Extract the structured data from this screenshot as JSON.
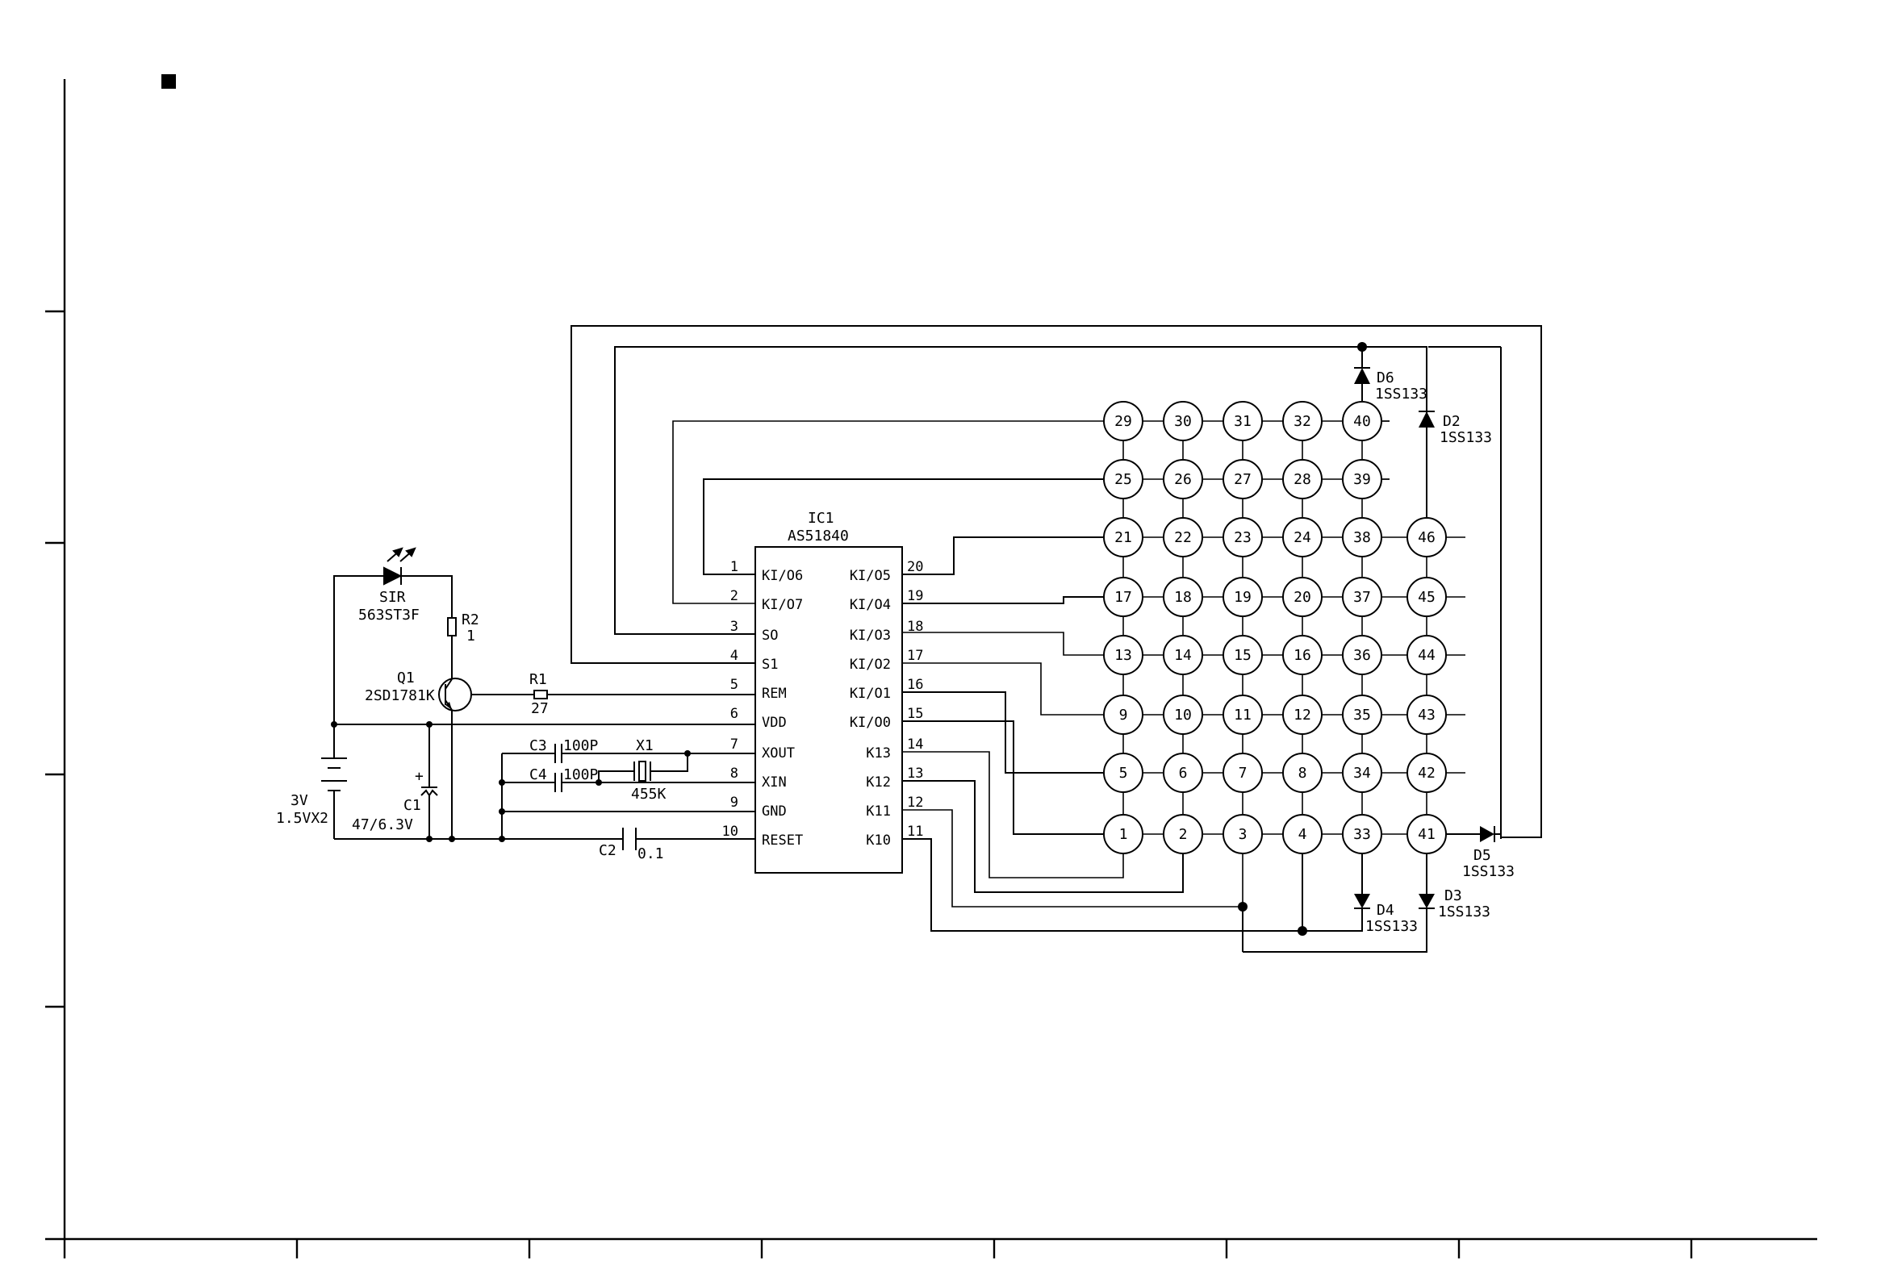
{
  "ic": {
    "ref": "IC1",
    "part": "AS51840"
  },
  "pins_left": [
    {
      "num": "1",
      "name": "KI/O6"
    },
    {
      "num": "2",
      "name": "KI/O7"
    },
    {
      "num": "3",
      "name": "SO"
    },
    {
      "num": "4",
      "name": "S1"
    },
    {
      "num": "5",
      "name": "REM"
    },
    {
      "num": "6",
      "name": "VDD"
    },
    {
      "num": "7",
      "name": "XOUT"
    },
    {
      "num": "8",
      "name": "XIN"
    },
    {
      "num": "9",
      "name": "GND"
    },
    {
      "num": "10",
      "name": "RESET"
    }
  ],
  "pins_right": [
    {
      "num": "20",
      "name": "KI/O5"
    },
    {
      "num": "19",
      "name": "KI/O4"
    },
    {
      "num": "18",
      "name": "KI/O3"
    },
    {
      "num": "17",
      "name": "KI/O2"
    },
    {
      "num": "16",
      "name": "KI/O1"
    },
    {
      "num": "15",
      "name": "KI/O0"
    },
    {
      "num": "14",
      "name": "K13"
    },
    {
      "num": "13",
      "name": "K12"
    },
    {
      "num": "12",
      "name": "K11"
    },
    {
      "num": "11",
      "name": "K10"
    }
  ],
  "led": {
    "ref": "SIR",
    "part": "563ST3F"
  },
  "r2": {
    "ref": "R2",
    "value": "1"
  },
  "q1": {
    "ref": "Q1",
    "part": "2SD1781K"
  },
  "r1": {
    "ref": "R1",
    "value": "27"
  },
  "battery": {
    "voltage": "3V",
    "cells": "1.5VX2"
  },
  "c1": {
    "ref": "C1",
    "value": "47/6.3V",
    "polarity": "+"
  },
  "c3": {
    "ref": "C3",
    "value": "100P"
  },
  "c4": {
    "ref": "C4",
    "value": "100P"
  },
  "x1": {
    "ref": "X1",
    "value": "455K"
  },
  "c2": {
    "ref": "C2",
    "value": "0.1"
  },
  "diodes": [
    {
      "ref": "D6",
      "part": "1SS133"
    },
    {
      "ref": "D2",
      "part": "1SS133"
    },
    {
      "ref": "D5",
      "part": "1SS133"
    },
    {
      "ref": "D4",
      "part": "1SS133"
    },
    {
      "ref": "D3",
      "part": "1SS133"
    }
  ],
  "keys": {
    "rows": [
      [
        "29",
        "30",
        "31",
        "32",
        "40"
      ],
      [
        "25",
        "26",
        "27",
        "28",
        "39"
      ],
      [
        "21",
        "22",
        "23",
        "24",
        "38",
        "46"
      ],
      [
        "17",
        "18",
        "19",
        "20",
        "37",
        "45"
      ],
      [
        "13",
        "14",
        "15",
        "16",
        "36",
        "44"
      ],
      [
        "9",
        "10",
        "11",
        "12",
        "35",
        "43"
      ],
      [
        "5",
        "6",
        "7",
        "8",
        "34",
        "42"
      ],
      [
        "1",
        "2",
        "3",
        "4",
        "33",
        "41"
      ]
    ]
  }
}
